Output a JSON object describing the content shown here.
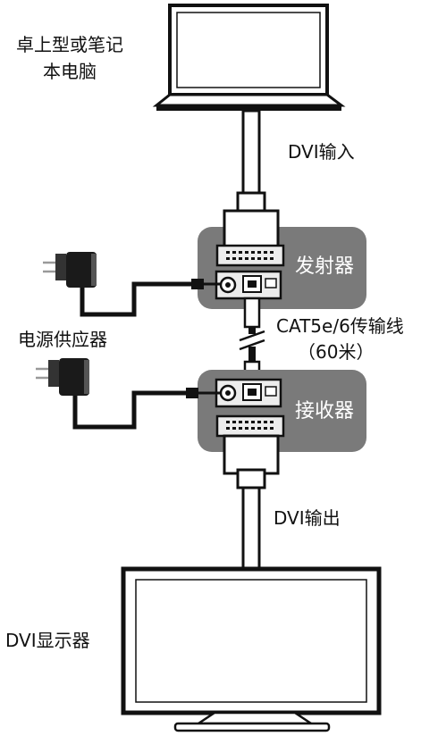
{
  "labels": {
    "laptop_line1": "卓上型或笔记",
    "laptop_line2": "本电脑",
    "dvi_in": "DVI输入",
    "transmitter": "发射器",
    "cable_line1": "CAT5e/6传输线",
    "cable_line2": "（60米）",
    "power": "电源供应器",
    "receiver": "接收器",
    "dvi_out": "DVI输出",
    "monitor": "DVI显示器"
  },
  "colors": {
    "outline": "#111111",
    "unit_fill": "#7a7a7a",
    "panel_fill": "#ececec",
    "label_text": "#111111",
    "unit_text": "#ffffff"
  },
  "icons": [
    "laptop-icon",
    "monitor-icon",
    "power-adapter-icon",
    "dvi-connector-icon",
    "rj45-port-icon",
    "dc-jack-icon",
    "cable-break-icon"
  ]
}
